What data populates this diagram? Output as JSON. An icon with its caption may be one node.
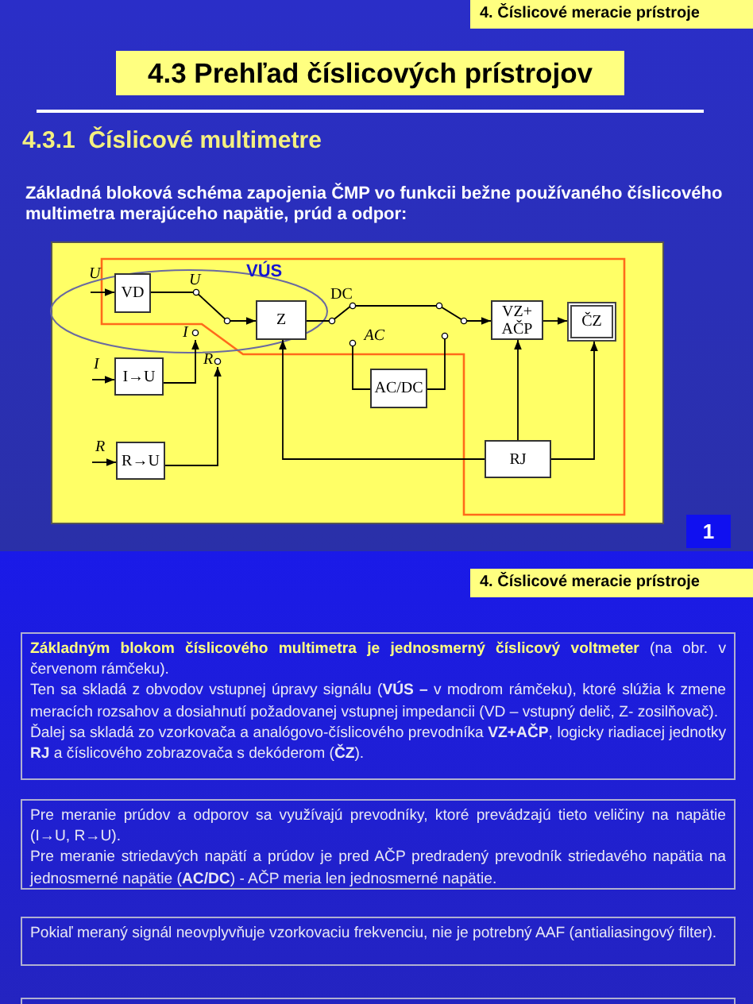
{
  "diagram": {
    "title": "4.3 Prehľad číslicových prístrojov",
    "nodes": [
      {
        "text": [
          "4. Číslicové meracie prístroje"
        ]
      },
      {
        "text": [
          "VD"
        ]
      },
      {
        "text": [
          "Z"
        ]
      },
      {
        "text": [
          "VZ+ AČP"
        ]
      },
      {
        "text": [
          "ČZ"
        ]
      },
      {
        "text": [
          "AC"
        ]
      },
      {
        "text": [
          "I"
        ]
      },
      {
        "text": [
          "I→U"
        ]
      },
      {
        "text": [
          "R"
        ]
      },
      {
        "text": [
          "AC/DC"
        ]
      },
      {
        "text": [
          "R→U"
        ]
      },
      {
        "text": [
          "RJ"
        ]
      },
      {
        "text": [
          "1"
        ]
      },
      {
        "text": [
          "4. Číslicové meracie prístroje"
        ]
      },
      {
        "text": [
          "**Základným blokom číslicového multimetra je jednosmerný číslicový voltmeter** (na obr. v červenom rámčeku).",
          "Ten sa skladá z obvodov vstupnej úpravy signálu (**VÚS –** v modrom rámčeku), ktoré slúžia k zmene meracích rozsahov a dosiahnutí požadovanej vstupnej impedancii (VD – vstupný delič, Z- zosilňovač).",
          "Ďalej sa skladá zo vzorkovača a analógovo-číslicového prevodníka **VZ+AČP**, logicky riadiacej jednotky **RJ** a číslicového zobrazovača s dekóderom (**ČZ**)."
        ]
      },
      {
        "text": [
          "Pre meranie prúdov a odporov sa využívajú prevodníky, ktoré prevádzajú tieto veličiny na napätie (I→U, R→U).",
          "Pre meranie striedavých napätí a prúdov je pred AČP predradený prevodník striedavého napätia na jednosmerné napätie (**AC/DC**) - AČP meria len jednosmerné napätie."
        ]
      },
      {
        "text": [
          "Pokiaľ meraný signál neovplyvňuje vzorkovaciu frekvenciu, nie je potrebný AAF (antialiasingový filter)."
        ]
      },
      {
        "text": [],
        "shape": "box"
      }
    ],
    "edges": [
      {
        "from": null,
        "to": 1,
        "arrow": "to",
        "label": "U"
      },
      {
        "from": 1,
        "to": 2,
        "arrow": "to"
      },
      {
        "from": 2,
        "to": 3,
        "arrow": "to"
      },
      {
        "from": 3,
        "to": 4,
        "arrow": "to"
      },
      {
        "from": null,
        "to": 7,
        "arrow": "to",
        "label": "I"
      },
      {
        "from": 7,
        "to": 6,
        "arrow": "to"
      },
      {
        "from": null,
        "to": 10,
        "arrow": "to",
        "label": "R"
      },
      {
        "from": 10,
        "to": 8,
        "arrow": "to"
      },
      {
        "from": 5,
        "to": 9,
        "arrow": "other"
      },
      {
        "from": 9,
        "to": null,
        "arrow": "other"
      },
      {
        "from": 11,
        "to": 2,
        "arrow": "to"
      },
      {
        "from": 11,
        "to": 3,
        "arrow": "to"
      },
      {
        "from": 11,
        "to": 4,
        "arrow": "to"
      }
    ],
    "labels": [
      "4.3.1  Číslicové multimetre",
      "Základná bloková schéma zapojenia ČMP vo funkcii bežne používaného číslicového multimetra merajúceho napätie, prúd a odpor:",
      "VÚS",
      "U",
      "DC"
    ]
  }
}
